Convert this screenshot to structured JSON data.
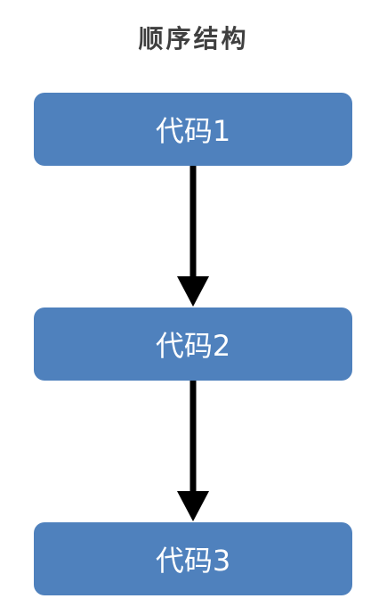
{
  "diagram": {
    "title": "顺序结构",
    "nodes": [
      {
        "label": "代码1"
      },
      {
        "label": "代码2"
      },
      {
        "label": "代码3"
      }
    ],
    "edges": [
      {
        "from": 0,
        "to": 1
      },
      {
        "from": 1,
        "to": 2
      }
    ],
    "colors": {
      "box": "#4f81bd",
      "box_text": "#ffffff",
      "arrow": "#000000",
      "title": "#3f3f3f"
    }
  }
}
